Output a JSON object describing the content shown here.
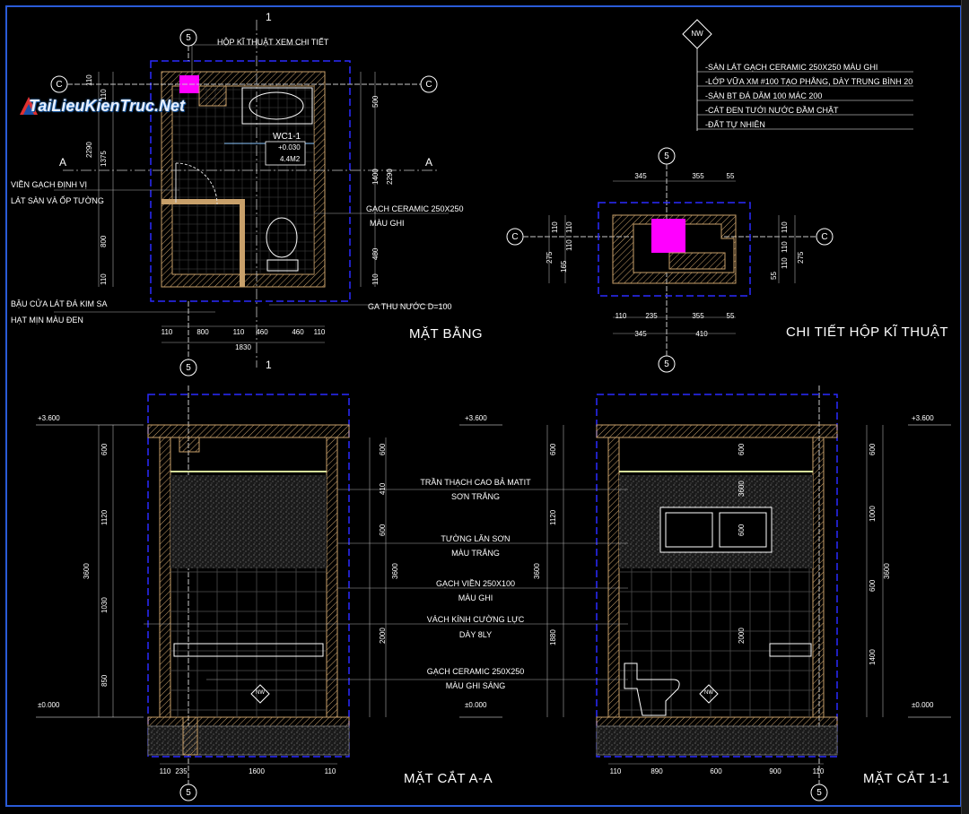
{
  "watermark": {
    "text": "TaiLieuKienTruc.Net"
  },
  "titles": {
    "plan": "MẶT BẰNG",
    "detail": "CHI TIẾT HỘP KĨ THUẬT",
    "section_a": "MẶT CẮT A-A",
    "section_1": "MẶT CẮT 1-1"
  },
  "plan_notes": {
    "top": "HỘP KĨ THUẬT XEM CHI TIẾT",
    "left1a": "VIỀN GẠCH ĐỊNH VỊ",
    "left1b": "LÁT SÀN VÀ ỐP TƯỜNG",
    "left2a": "BẬU CỬA LÁT ĐÁ KIM SA",
    "left2b": "HẠT MỊN MÀU ĐEN",
    "right1a": "GẠCH CERAMIC 250X250",
    "right1b": "MÀU GHI",
    "right2": "GA THU NƯỚC D=100",
    "room": "WC1-1",
    "level": "+0.030",
    "area": "4.4M2",
    "cut_a": "A",
    "cut_1": "1"
  },
  "floor_layers": [
    "-SÀN LÁT GẠCH CERAMIC 250X250 MÀU GHI",
    "-LỚP VỮA XM #100 TẠO PHẲNG, DÀY TRUNG BÌNH 20",
    "-SÀN BT ĐÁ DĂM 100 MÁC 200",
    "-CÁT ĐEN TƯỚI NƯỚC ĐẦM CHẶT",
    "-ĐẤT TỰ NHIÊN"
  ],
  "section_notes": [
    {
      "a": "TRẦN THẠCH CAO BẢ MATIT",
      "b": "SƠN TRẮNG"
    },
    {
      "a": "TƯỜNG LĂN SƠN",
      "b": "MÀU TRẮNG"
    },
    {
      "a": "GẠCH VIỀN 250X100",
      "b": "MÀU GHI"
    },
    {
      "a": "VÁCH KÍNH CƯỜNG LỰC",
      "b": "DÀY 8LY"
    },
    {
      "a": "GẠCH CERAMIC 250X250",
      "b": "MÀU GHI SÁNG"
    }
  ],
  "levels": {
    "top": "+3.600",
    "bottom": "±0.000"
  },
  "grid_labels": {
    "c": "C",
    "five": "5",
    "nw": "NW"
  },
  "dims": {
    "plan_bottom": [
      "110",
      "800",
      "110",
      "460",
      "460",
      "110"
    ],
    "plan_total": "1830",
    "plan_left": [
      "110",
      "110",
      "2290",
      "1375",
      "800",
      "110"
    ],
    "plan_right": [
      "500",
      "1400",
      "2290",
      "480",
      "110"
    ],
    "detail_top": [
      "345",
      "355",
      "55"
    ],
    "detail_bottom": [
      "110",
      "235",
      "355",
      "55"
    ],
    "detail_bottom2": [
      "345",
      "410"
    ],
    "detail_left": [
      "110",
      "110",
      "110",
      "275",
      "165"
    ],
    "detail_right": [
      "110",
      "110",
      "110",
      "275",
      "55"
    ],
    "sa_bottom": [
      "110",
      "235",
      "1600",
      "110"
    ],
    "s1_bottom": [
      "110",
      "890",
      "600",
      "900",
      "110"
    ],
    "sa_left": [
      "600",
      "1120",
      "3600",
      "1030",
      "850"
    ],
    "sa_inner": [
      "600",
      "410",
      "600",
      "3600",
      "2000"
    ],
    "s1_left": [
      "600",
      "1120",
      "3600",
      "1880"
    ],
    "s1_inner": [
      "600",
      "600",
      "2000",
      "3600"
    ],
    "s1_right": [
      "600",
      "1000",
      "600",
      "3600",
      "1400"
    ]
  },
  "colors": {
    "frame": "#2a5bd7",
    "wall": "#c8a06a",
    "dashed": "#2a2aff",
    "grid": "#c8c8c8",
    "magenta": "#ff00ff",
    "text": "#ffffff"
  }
}
